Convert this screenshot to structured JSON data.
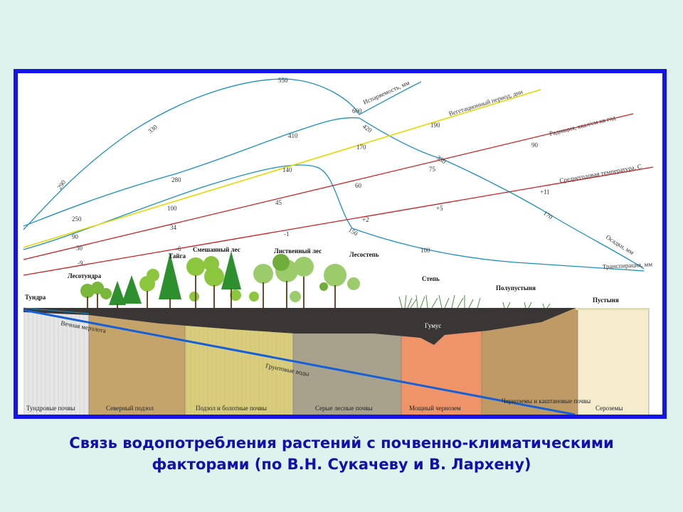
{
  "colors": {
    "frame": "#1414e6",
    "evaporation": "#1a8fc4",
    "vegetation": "#e8d800",
    "radiation": "#cc1e1e",
    "temperature": "#cc1e1e",
    "precipitation": "#1a8fc4",
    "transpiration": "#1a8fc4",
    "groundwater": "#1560d8",
    "caption": "#1010b0"
  },
  "curves": {
    "evaporation": {
      "label": "Испаряемость, мм",
      "values": [
        "290",
        "330",
        "550",
        "600"
      ]
    },
    "vegetation": {
      "label": "Вегетационный период, дни",
      "values": [
        "90",
        "100",
        "140",
        "170",
        "190"
      ]
    },
    "radiation": {
      "label": "Радиация, ккал/см кв год",
      "values": [
        "30",
        "34",
        "45",
        "60",
        "75",
        "90"
      ]
    },
    "temperature": {
      "label": "Среднегодовая температура, С",
      "values": [
        "-9",
        "-6",
        "-1",
        "+2",
        "+5",
        "+11"
      ]
    },
    "precipitation": {
      "label": "Осадки, мм",
      "values": [
        "250",
        "280",
        "410",
        "420",
        "330",
        "170"
      ]
    },
    "transpiration": {
      "label": "Транспирация, мм",
      "values": [
        "150",
        "100"
      ]
    }
  },
  "zones": [
    "Тундра",
    "Лесотундра",
    "Тайга",
    "Смешанный лес",
    "Лиственный лес",
    "Лесостепь",
    "Степь",
    "Полупустыня",
    "Пустыня"
  ],
  "soil_labels": {
    "permafrost": "Вечная мерзлота",
    "groundwater": "Грунтовые воды",
    "humus": "Гумус"
  },
  "soils": [
    "Тундровые почвы",
    "Северный подзол",
    "Подзол и болотные почвы",
    "Серые лесные почвы",
    "Мощный чернозем",
    "Черноземы и каштановые почвы",
    "Сероземы"
  ],
  "caption": {
    "line1": "Связь водопотребления растений с почвенно-климатическими",
    "line2": "факторами (по В.Н. Сукачеву и В. Лархену)"
  }
}
